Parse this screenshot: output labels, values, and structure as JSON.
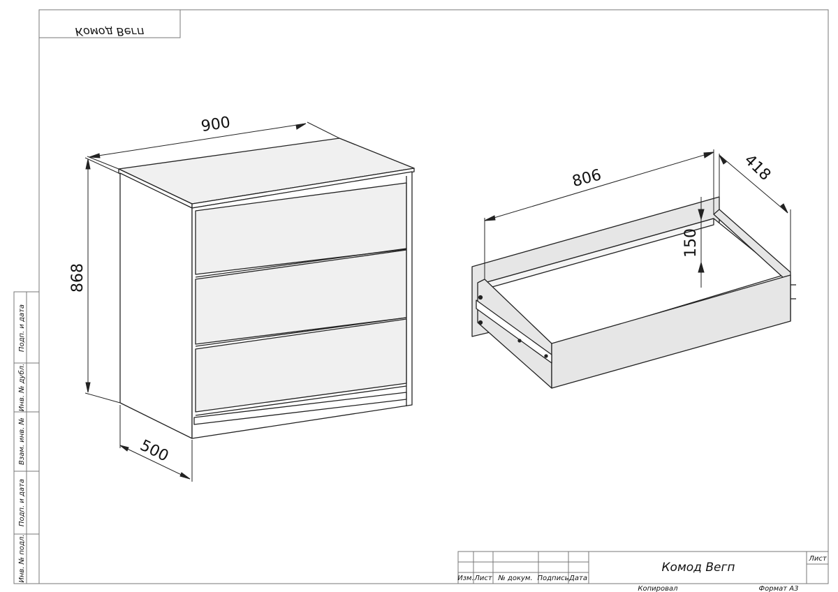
{
  "top_label": "Комод Вегп",
  "chest": {
    "width": "900",
    "height": "868",
    "depth": "500"
  },
  "drawer": {
    "length": "806",
    "depth": "418",
    "height": "150"
  },
  "side_stamp": [
    "Подп. и дата",
    "Инв. № дубл.",
    "Взам. инв. №",
    "Подп. и дата",
    "Инв. № подл."
  ],
  "title_block": {
    "columns": [
      "Изм.",
      "Лист",
      "№  докум.",
      "Подпись",
      "Дата"
    ],
    "name": "Комод Вегп",
    "sheet_label": "Лист",
    "copied": "Копировал",
    "format": "Формат А3"
  }
}
